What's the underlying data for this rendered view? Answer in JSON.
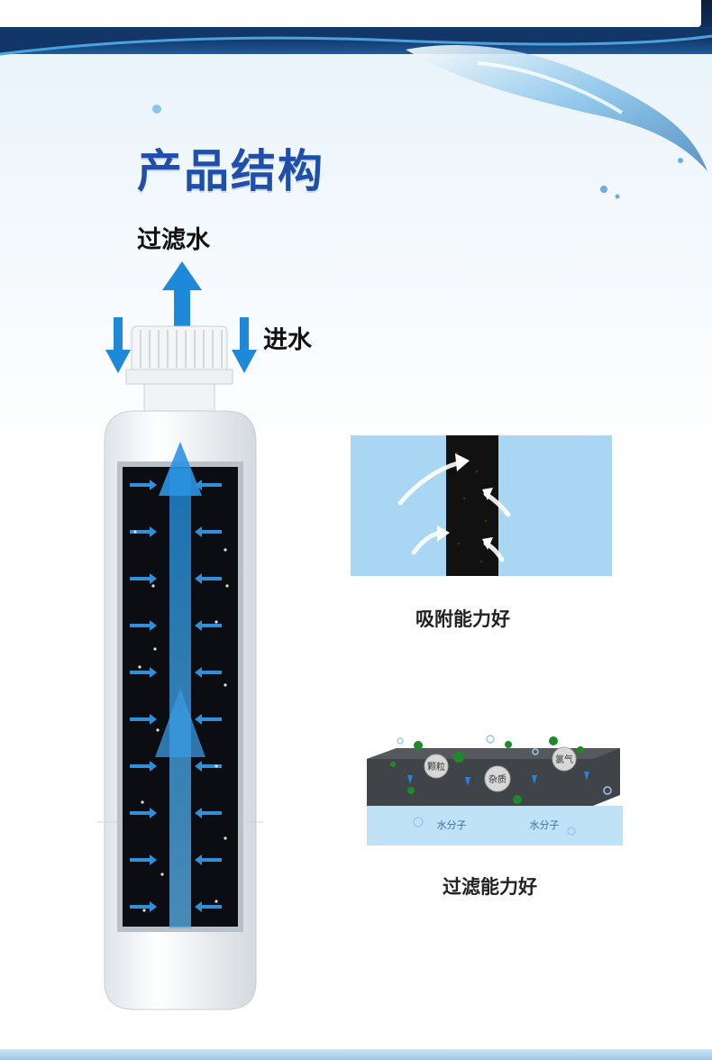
{
  "page": {
    "title": "产品结构"
  },
  "diagram": {
    "outlet_label": "过滤水",
    "inlet_label": "进水"
  },
  "features": [
    {
      "caption": "吸附能力好",
      "icon": "adsorption-illustration"
    },
    {
      "caption": "过滤能力好",
      "icon": "filtration-illustration",
      "particle_labels": [
        "颗粒",
        "杂质",
        "氯气"
      ],
      "water_labels": [
        "水分子",
        "水分子"
      ]
    }
  ],
  "colors": {
    "title": "#1f4fa8",
    "arrow": "#1e88d9",
    "panel_blue": "#a9d7f3",
    "carbon": "#111111"
  }
}
